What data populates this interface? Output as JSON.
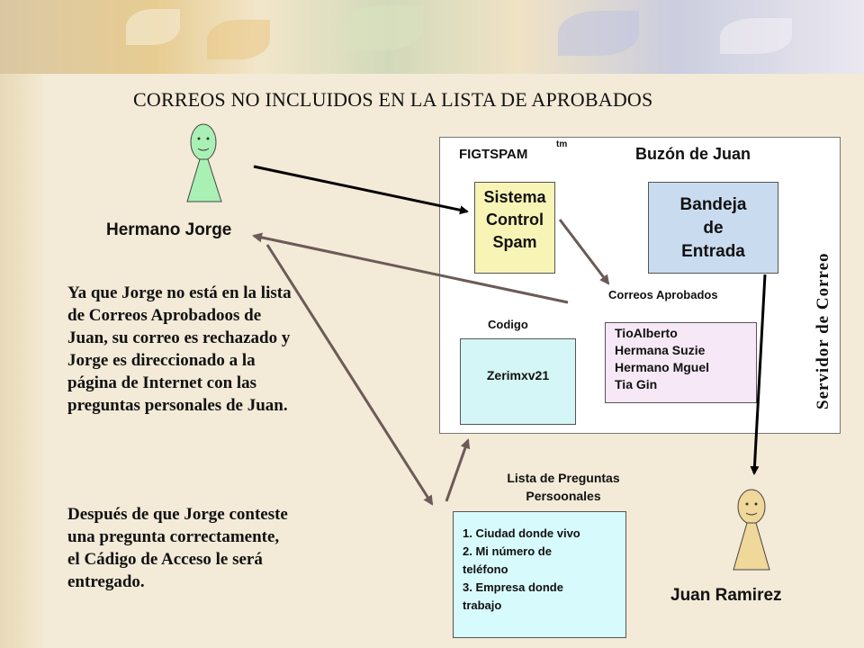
{
  "title": "CORREOS NO INCLUIDOS EN LA LISTA DE APROBADOS",
  "server_box": {
    "brand": "FIGTSPAM",
    "trademark": "tm",
    "mailbox_title": "Buzón de Juan",
    "spam_system": [
      "Sistema",
      "Control",
      "Spam"
    ],
    "inbox": [
      "Bandeja",
      "de",
      "Entrada"
    ],
    "approved_title": "Correos Aprobados",
    "approved_list": [
      "TioAlberto",
      "Hermana Suzie",
      "Hermano Mguel",
      "Tia Gin"
    ],
    "code_title": "Codigo",
    "code_value": "Zerimxv21",
    "server_label": "Servidor de Correo"
  },
  "questions": {
    "title_line1": "Lista de Preguntas",
    "title_line2": "Persoonales",
    "items": [
      "1. Ciudad donde vivo",
      "2. Mi número de",
      "teléfono",
      "3. Empresa donde",
      "trabajo"
    ]
  },
  "people": {
    "jorge": "Hermano Jorge",
    "juan": "Juan Ramirez"
  },
  "description": {
    "p1": "Ya que Jorge no está en la lista de Correos Aprobadoos de Juan, su correo es rechazado y Jorge es direccionado a la  página de Internet con  las preguntas personales de Juan.",
    "p2": "Después de que Jorge conteste una pregunta correctamente, el Cádigo de  Acceso le será entregado."
  },
  "colors": {
    "person_fill": "#a9f0b4",
    "juan_fill": "#f0d79a",
    "spam_fill": "#f8f4b6",
    "inbox_fill": "#c9dcef",
    "approved_fill": "#f6e8f6",
    "code_fill": "#d4f6f6",
    "questions_fill": "#d7fafc",
    "arrow_black": "#000000",
    "arrow_gray": "#6b5a57"
  }
}
